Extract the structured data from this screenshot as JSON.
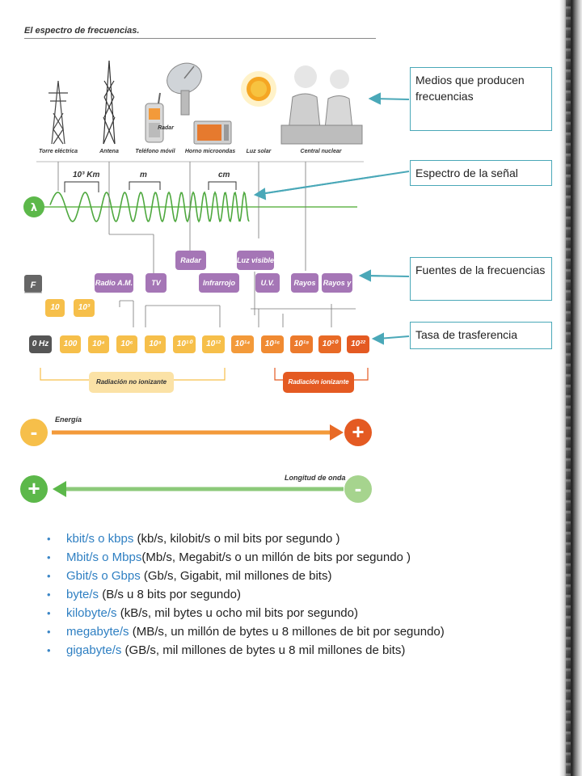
{
  "diagram": {
    "title": "El espectro de frecuencias.",
    "sources": [
      {
        "label": "Torre eléctrica",
        "icon": "power-tower-icon"
      },
      {
        "label": "Antena",
        "icon": "antenna-icon"
      },
      {
        "label": "Teléfono móvil",
        "icon": "mobile-phone-icon"
      },
      {
        "label": "Radar",
        "icon": "radar-dish-icon"
      },
      {
        "label": "Horno microondas",
        "icon": "microwave-icon"
      },
      {
        "label": "Luz solar",
        "icon": "sun-icon"
      },
      {
        "label": "Central nuclear",
        "icon": "nuclear-plant-icon"
      }
    ],
    "wavelength_labels": [
      "10³ Km",
      "m",
      "cm"
    ],
    "lambda_symbol": "λ",
    "f_symbol": "F",
    "band_chips": [
      {
        "label": "Radar",
        "color": "#a576b6"
      },
      {
        "label": "Luz visible",
        "color": "#a576b6"
      },
      {
        "label": "Radio A.M.",
        "color": "#a576b6"
      },
      {
        "label": "TV",
        "color": "#a576b6"
      },
      {
        "label": "Infrarrojo",
        "color": "#a576b6"
      },
      {
        "label": "U.V.",
        "color": "#a576b6"
      },
      {
        "label": "Rayos x",
        "color": "#a576b6"
      },
      {
        "label": "Rayos γ",
        "color": "#a576b6"
      }
    ],
    "low_chips": [
      "10",
      "10³"
    ],
    "frequency_scale": [
      {
        "label": "0 Hz",
        "color": "#555555"
      },
      {
        "label": "100",
        "color": "#f6bf4a"
      },
      {
        "label": "10⁴",
        "color": "#f6bf4a"
      },
      {
        "label": "10⁶",
        "color": "#f6bf4a"
      },
      {
        "label": "10⁸",
        "color": "#f6bf4a"
      },
      {
        "label": "10¹⁰",
        "color": "#f6bf4a"
      },
      {
        "label": "10¹²",
        "color": "#f6bf4a"
      },
      {
        "label": "10¹⁴",
        "color": "#f39a3a"
      },
      {
        "label": "10¹⁶",
        "color": "#f08a32"
      },
      {
        "label": "10¹⁸",
        "color": "#ec7a2c"
      },
      {
        "label": "10²⁰",
        "color": "#e86a26"
      },
      {
        "label": "10²²",
        "color": "#e45a22"
      }
    ],
    "radiation_no_ionizante": "Radiación no ionizante",
    "radiation_ionizante": "Radiación ionizante",
    "energia_label": "Energía",
    "longitud_label": "Longitud de onda",
    "minus": "-",
    "plus": "+"
  },
  "callouts": {
    "medios": " Medios que producen frecuencias",
    "espectro": "Espectro de la señal",
    "fuentes": "Fuentes de la frecuencias",
    "tasa": "Tasa de trasferencia"
  },
  "colors": {
    "accent_teal": "#4aa8b8",
    "wave_green": "#5cb84a",
    "orange": "#f6bf4a",
    "purple": "#a576b6",
    "deep_orange": "#e45a22",
    "bullet_blue": "#2e7fc2"
  },
  "units": [
    {
      "term": "kbit/s o kbps",
      "desc": " (kb/s, kilobit/s o mil bits por segundo )"
    },
    {
      "term": "Mbit/s o Mbps",
      "desc": "(Mb/s, Megabit/s o un millón de bits por segundo )"
    },
    {
      "term": "Gbit/s o Gbps",
      "desc": " (Gb/s, Gigabit, mil millones de bits)"
    },
    {
      "term": "byte/s",
      "desc": " (B/s u 8 bits por segundo)"
    },
    {
      "term": "kilobyte/s",
      "desc": " (kB/s, mil bytes u ocho mil bits por segundo)"
    },
    {
      "term": "megabyte/s",
      "desc": " (MB/s, un millón de bytes u 8 millones de bit por segundo)"
    },
    {
      "term": "gigabyte/s",
      "desc": " (GB/s, mil millones de bytes u 8 mil millones de bits)"
    }
  ]
}
